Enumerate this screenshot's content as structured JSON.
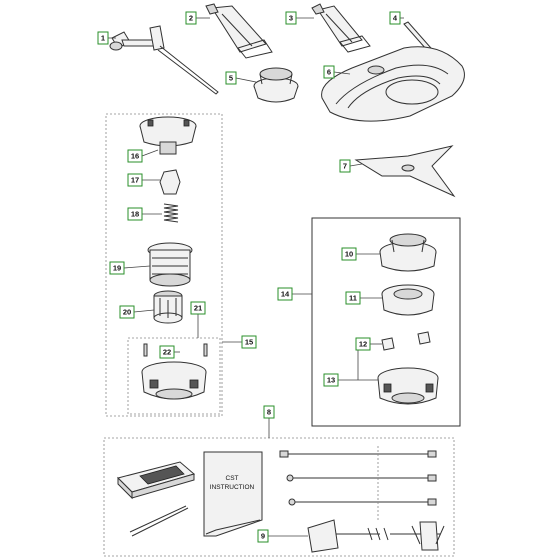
{
  "callouts": [
    {
      "id": "c1",
      "label": "1"
    },
    {
      "id": "c2",
      "label": "2"
    },
    {
      "id": "c3",
      "label": "3"
    },
    {
      "id": "c4",
      "label": "4"
    },
    {
      "id": "c5",
      "label": "5"
    },
    {
      "id": "c6",
      "label": "6"
    },
    {
      "id": "c7",
      "label": "7"
    },
    {
      "id": "c8",
      "label": "8"
    },
    {
      "id": "c9",
      "label": "9"
    },
    {
      "id": "c10",
      "label": "10"
    },
    {
      "id": "c11",
      "label": "11"
    },
    {
      "id": "c12",
      "label": "12"
    },
    {
      "id": "c13",
      "label": "13"
    },
    {
      "id": "c14",
      "label": "14"
    },
    {
      "id": "c15",
      "label": "15"
    },
    {
      "id": "c16",
      "label": "16"
    },
    {
      "id": "c17",
      "label": "17"
    },
    {
      "id": "c18",
      "label": "18"
    },
    {
      "id": "c19",
      "label": "19"
    },
    {
      "id": "c20",
      "label": "20"
    },
    {
      "id": "c21",
      "label": "21"
    },
    {
      "id": "c22",
      "label": "22"
    }
  ],
  "manual": {
    "line1": "CST",
    "line2": "INSTRUCTION"
  },
  "colors": {
    "callout_border": "#2a8f2a",
    "line": "#333333"
  }
}
